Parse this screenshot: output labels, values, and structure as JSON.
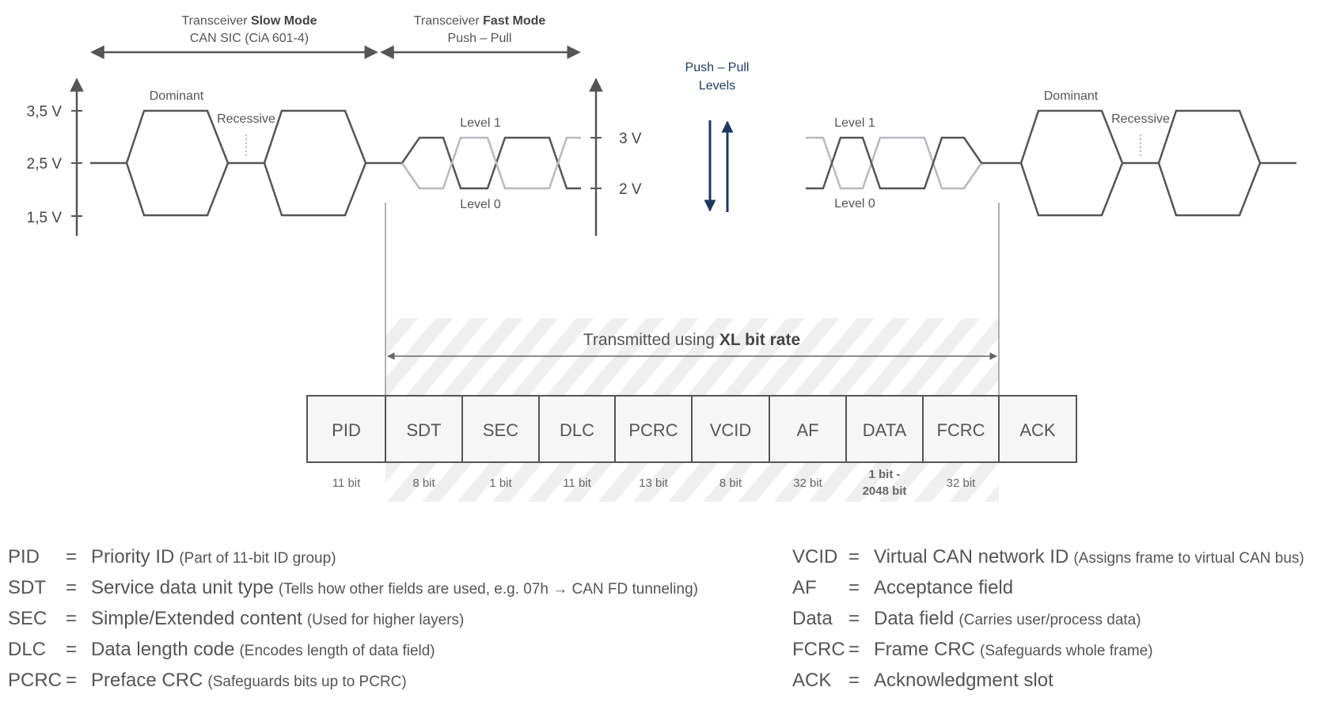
{
  "top": {
    "slow_mode": {
      "prefix": "Transceiver ",
      "bold": "Slow Mode",
      "sub": "CAN SIC (CiA 601-4)"
    },
    "fast_mode": {
      "prefix": "Transceiver ",
      "bold": "Fast Mode",
      "sub": "Push – Pull"
    },
    "push_pull_levels": {
      "line1": "Push – Pull",
      "line2": "Levels"
    }
  },
  "left_signal": {
    "axis_ticks": [
      "3,5 V",
      "2,5 V",
      "1,5 V"
    ],
    "dominant": "Dominant",
    "recessive": "Recessive"
  },
  "fast_signal": {
    "axis_ticks": [
      "3 V",
      "2 V"
    ],
    "level1": "Level 1",
    "level0": "Level 0"
  },
  "right_signal": {
    "level1": "Level 1",
    "level0": "Level 0",
    "dominant": "Dominant",
    "recessive": "Recessive"
  },
  "frame": {
    "xl_label": {
      "prefix": "Transmitted using ",
      "bold": "XL bit rate"
    },
    "fields": [
      {
        "name": "PID",
        "bits": "11 bit"
      },
      {
        "name": "SDT",
        "bits": "8 bit"
      },
      {
        "name": "SEC",
        "bits": "1 bit"
      },
      {
        "name": "DLC",
        "bits": "11 bit"
      },
      {
        "name": "PCRC",
        "bits": "13 bit"
      },
      {
        "name": "VCID",
        "bits": "8 bit"
      },
      {
        "name": "AF",
        "bits": "32 bit"
      },
      {
        "name": "DATA",
        "bits": "1 bit -",
        "bits2": "2048 bit"
      },
      {
        "name": "FCRC",
        "bits": "32 bit"
      },
      {
        "name": "ACK",
        "bits": ""
      }
    ]
  },
  "legend": {
    "left": [
      {
        "abbr": "PID",
        "eq": "=",
        "term": "Priority ID",
        "note": "(Part of 11-bit ID group)"
      },
      {
        "abbr": "SDT",
        "eq": "=",
        "term": "Service data unit type",
        "note": "(Tells how other fields are used, e.g. 07h → CAN FD tunneling)"
      },
      {
        "abbr": "SEC",
        "eq": "=",
        "term": "Simple/Extended content",
        "note": "(Used for higher layers)"
      },
      {
        "abbr": "DLC",
        "eq": "=",
        "term": "Data length code",
        "note": "(Encodes length of data field)"
      },
      {
        "abbr": "PCRC",
        "eq": "=",
        "term": "Preface CRC",
        "note": "(Safeguards bits up to PCRC)"
      }
    ],
    "right": [
      {
        "abbr": "VCID",
        "eq": "=",
        "term": "Virtual CAN network ID",
        "note": "(Assigns frame to virtual CAN bus)"
      },
      {
        "abbr": "AF",
        "eq": "=",
        "term": "Acceptance field",
        "note": ""
      },
      {
        "abbr": "Data",
        "eq": "=",
        "term": "Data field",
        "note": "(Carries user/process data)"
      },
      {
        "abbr": "FCRC",
        "eq": "=",
        "term": "Frame CRC",
        "note": "(Safeguards whole frame)"
      },
      {
        "abbr": "ACK",
        "eq": "=",
        "term": "Acknowledgment slot",
        "note": ""
      }
    ]
  }
}
